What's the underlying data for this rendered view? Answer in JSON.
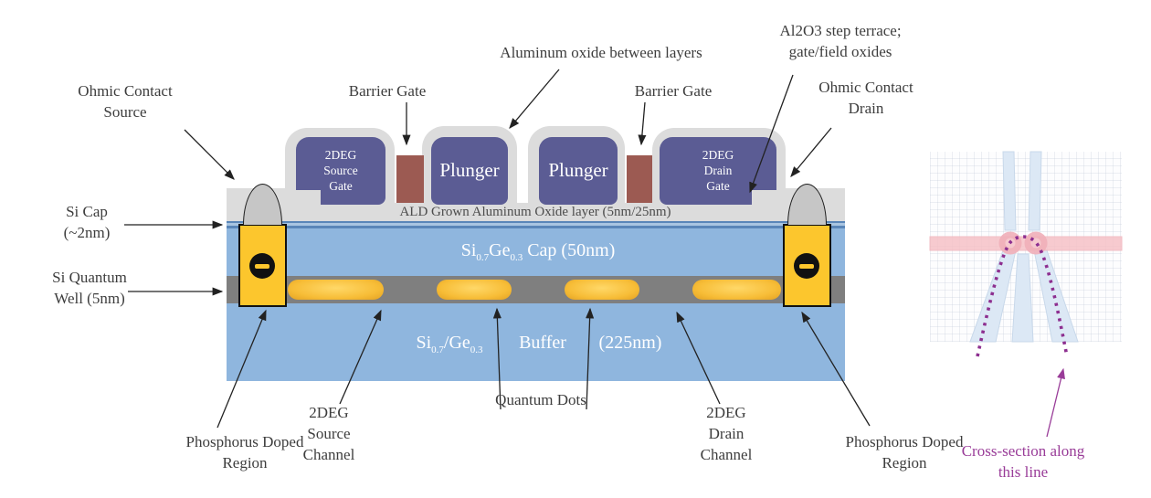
{
  "figure": {
    "description": "Cross-section schematic of Si/SiGe quantum dot device",
    "annotations": {
      "ohmic_source": {
        "line1": "Ohmic Contact",
        "line2": "Source"
      },
      "aluminum_oxide": "Aluminum oxide between layers",
      "barrier_gate_left": "Barrier Gate",
      "barrier_gate_right": "Barrier Gate",
      "al2o3_step": {
        "line1": "Al2O3 step terrace;",
        "line2": "gate/field oxides"
      },
      "ohmic_drain": {
        "line1": "Ohmic Contact",
        "line2": "Drain"
      },
      "si_cap": {
        "line1": "Si Cap",
        "line2": "(~2nm)"
      },
      "si_quantum_well": {
        "line1": "Si Quantum",
        "line2": "Well (5nm)"
      },
      "phosphorus_left": {
        "line1": "Phosphorus Doped",
        "line2": "Region"
      },
      "deg_source": {
        "line1": "2DEG",
        "line2": "Source",
        "line3": "Channel"
      },
      "quantum_dots": "Quantum Dots",
      "deg_drain": {
        "line1": "2DEG",
        "line2": "Drain",
        "line3": "Channel"
      },
      "phosphorus_right": {
        "line1": "Phosphorus Doped",
        "line2": "Region"
      },
      "cross_section": {
        "line1": "Cross-section along",
        "line2": "this line"
      }
    },
    "gates": {
      "source": {
        "line1": "2DEG",
        "line2": "Source",
        "line3": "Gate"
      },
      "plunger_left": "Plunger",
      "plunger_right": "Plunger",
      "drain": {
        "line1": "2DEG",
        "line2": "Drain",
        "line3": "Gate"
      }
    },
    "layers": {
      "ald": "ALD Grown Aluminum Oxide layer (5nm/25nm)",
      "sige_cap": {
        "el1": "Si",
        "sub1": "0.7",
        "el2": "Ge",
        "sub2": "0.3",
        "rest": " Cap (50nm)"
      },
      "buffer": {
        "el1": "Si",
        "sub1": "0.7",
        "el2": "/Ge",
        "sub2": "0.3",
        "word": "Buffer",
        "thickness": "(225nm)"
      }
    },
    "colors": {
      "gate_purple": "#5b5c94",
      "barrier_brown": "#9c5a52",
      "oxide_gray": "#dcdcdc",
      "sige_blue": "#8fb6de",
      "si_cap_blue": "#5a86b8",
      "quantum_well_gray": "#7f7f7f",
      "ohmic_yellow": "#fcc62d",
      "contact_dome_gray": "#c6c6c6",
      "dot_gold": "#f7bd37",
      "cross_section_purple": "#993c98",
      "inset_pink": "#f5bec4",
      "inset_trace_blue": "#dce8f5"
    }
  }
}
